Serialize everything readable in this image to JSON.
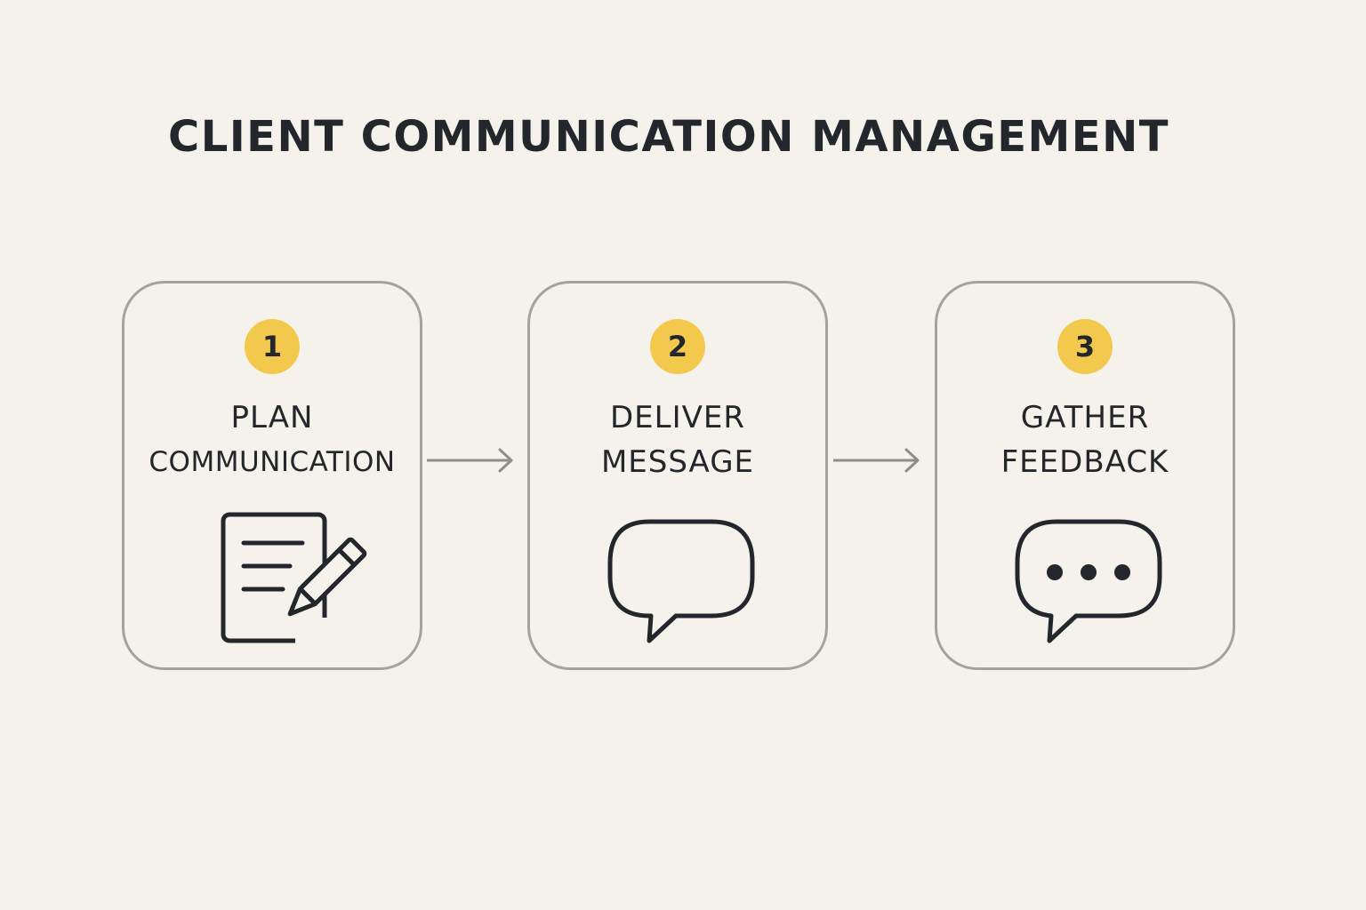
{
  "title": "CLIENT COMMUNICATION MANAGEMENT",
  "steps": [
    {
      "number": "1",
      "label_line1": "PLAN",
      "label_line2": "COMMUNICATION",
      "icon": "document-pencil-icon"
    },
    {
      "number": "2",
      "label_line1": "DELIVER",
      "label_line2": "MESSAGE",
      "icon": "speech-bubble-icon"
    },
    {
      "number": "3",
      "label_line1": "GATHER",
      "label_line2": "FEEDBACK",
      "icon": "chat-ellipsis-icon"
    }
  ],
  "colors": {
    "background": "#f5f2ec",
    "badge": "#f2c94c",
    "border": "#a4a29e",
    "text": "#23272b"
  }
}
